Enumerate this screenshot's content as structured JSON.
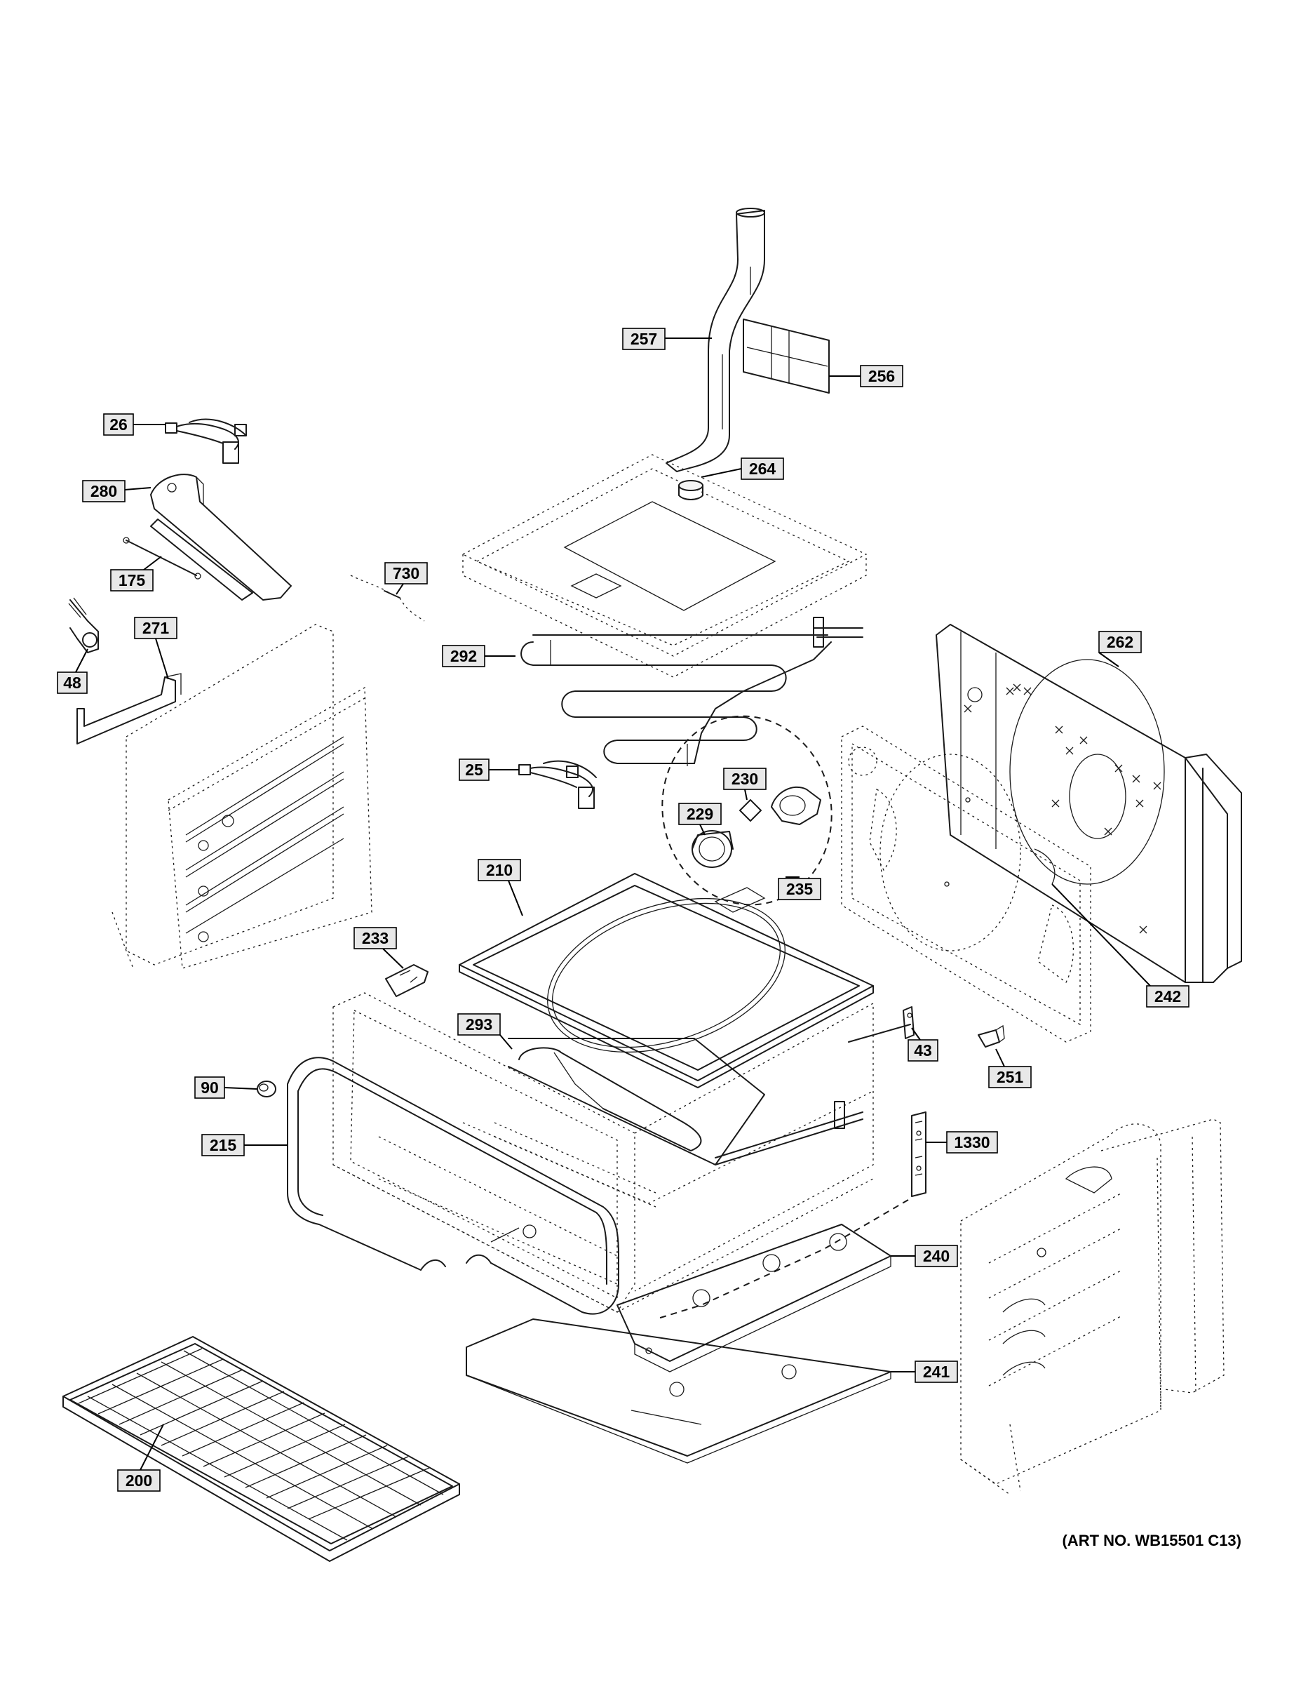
{
  "art_number": "(ART NO. WB15501 C13)",
  "callouts": [
    {
      "id": "257"
    },
    {
      "id": "256"
    },
    {
      "id": "26"
    },
    {
      "id": "264"
    },
    {
      "id": "280"
    },
    {
      "id": "175"
    },
    {
      "id": "730"
    },
    {
      "id": "48"
    },
    {
      "id": "271"
    },
    {
      "id": "292"
    },
    {
      "id": "262"
    },
    {
      "id": "25"
    },
    {
      "id": "230"
    },
    {
      "id": "229"
    },
    {
      "id": "210"
    },
    {
      "id": "235"
    },
    {
      "id": "233"
    },
    {
      "id": "242"
    },
    {
      "id": "293"
    },
    {
      "id": "43"
    },
    {
      "id": "90"
    },
    {
      "id": "251"
    },
    {
      "id": "215"
    },
    {
      "id": "1330"
    },
    {
      "id": "240"
    },
    {
      "id": "241"
    },
    {
      "id": "200"
    }
  ]
}
